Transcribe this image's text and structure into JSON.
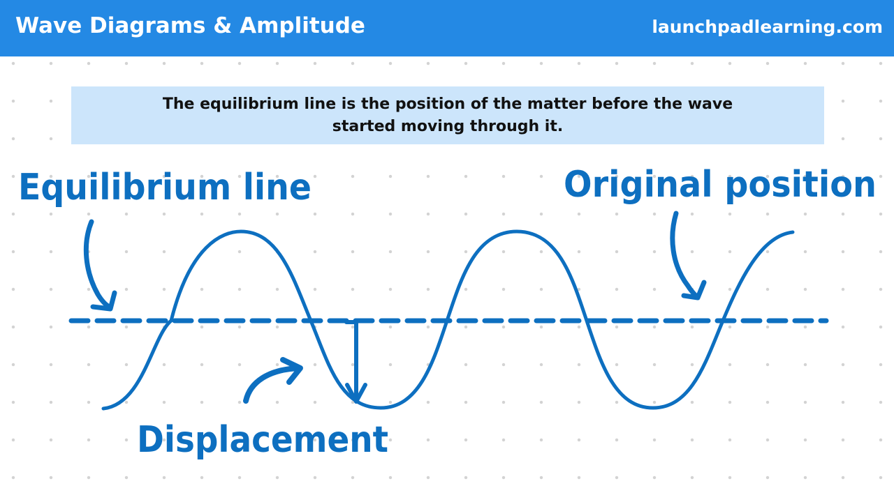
{
  "header": {
    "title": "Wave Diagrams & Amplitude",
    "site": "launchpadlearning.com"
  },
  "note": {
    "text": "The equilibrium line is the position of the matter before the wave started moving through it."
  },
  "labels": {
    "equilibrium_line": "Equilibrium line",
    "original_position": "Original position",
    "displacement": "Displacement"
  },
  "colors": {
    "header_bg": "#2489e4",
    "note_bg": "#cce5fb",
    "ink": "#0d6fc0"
  }
}
